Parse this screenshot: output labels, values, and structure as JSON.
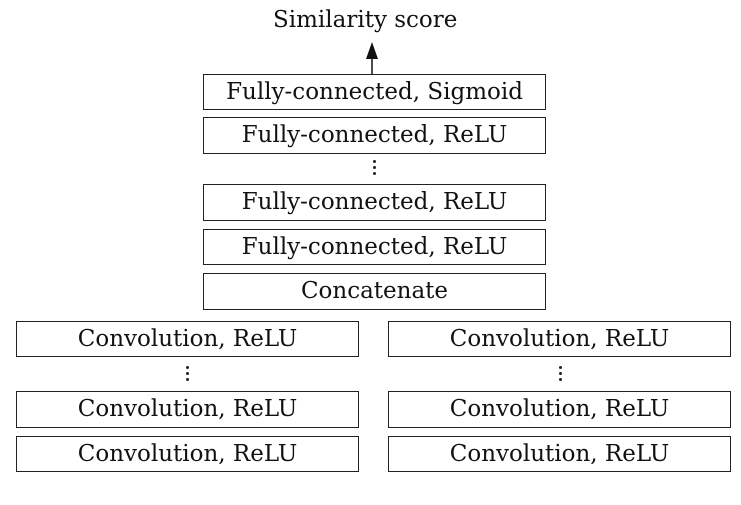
{
  "output_label": "Similarity score",
  "head": {
    "layers": [
      "Fully-connected, Sigmoid",
      "Fully-connected, ReLU",
      "Fully-connected, ReLU",
      "Fully-connected, ReLU"
    ],
    "concat": "Concatenate"
  },
  "left_branch": {
    "layers": [
      "Convolution, ReLU",
      "Convolution, ReLU",
      "Convolution, ReLU"
    ]
  },
  "right_branch": {
    "layers": [
      "Convolution, ReLU",
      "Convolution, ReLU",
      "Convolution, ReLU"
    ]
  }
}
